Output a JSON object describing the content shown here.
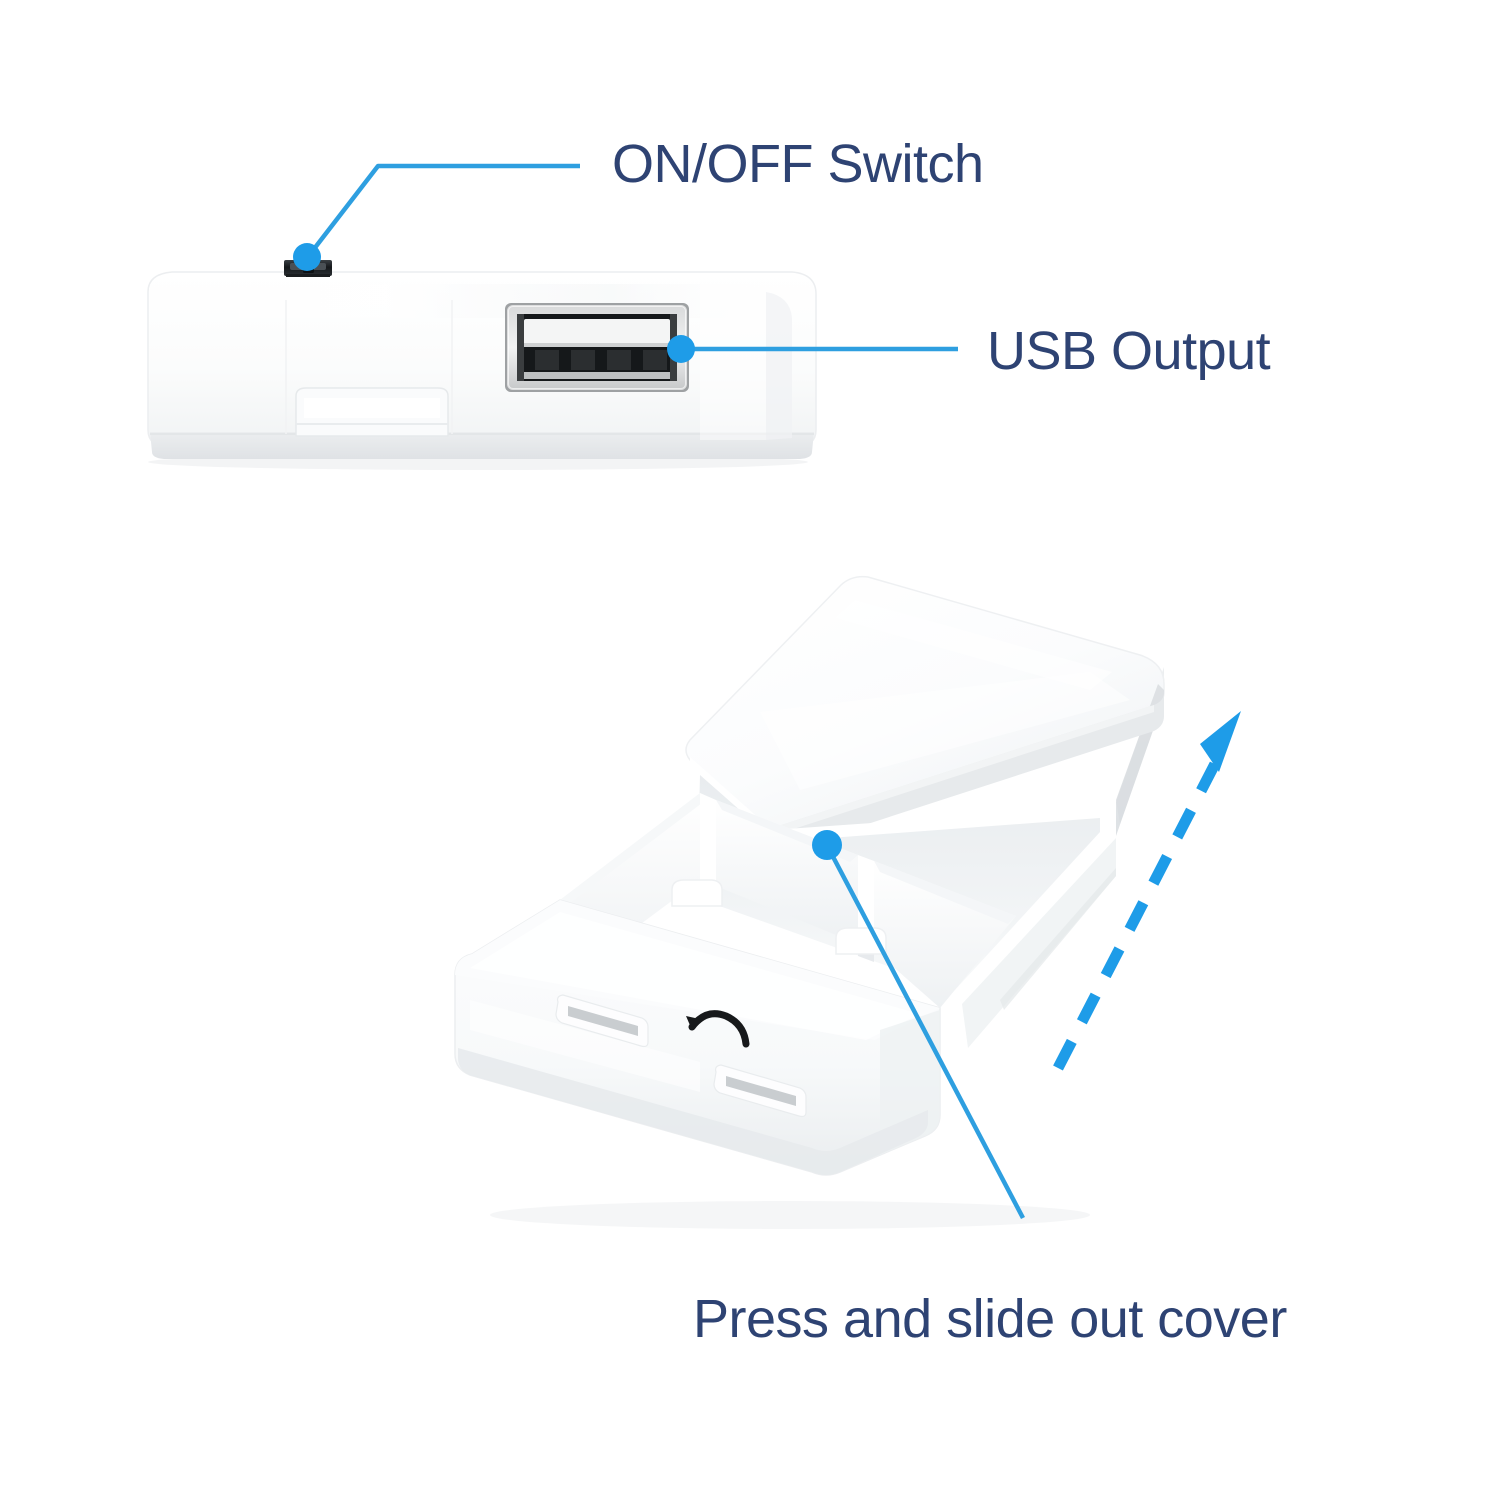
{
  "page": {
    "background_color": "#ffffff",
    "title_text_color": "#2e4373",
    "accent_blue": "#1e9ce8",
    "callout_line_color": "#2e9fe0"
  },
  "callouts": [
    {
      "id": "on-off-switch",
      "label": "ON/OFF Switch",
      "points_to": "power-switch",
      "dot_color": "#1e9ce8",
      "line_color": "#2e9fe0"
    },
    {
      "id": "usb-output",
      "label": "USB Output",
      "points_to": "usb-a-port",
      "dot_color": "#1e9ce8",
      "line_color": "#2e9fe0"
    },
    {
      "id": "press-slide-cover",
      "label": "Press and slide out cover",
      "points_to": "battery-cover",
      "dot_color": "#1e9ce8",
      "line_color": "#2e9fe0"
    }
  ],
  "figures": [
    {
      "id": "top-view-device",
      "name": "power bank edge view",
      "features": [
        "power-switch",
        "usb-a-port",
        "release-tab"
      ],
      "body_color": "#ffffff",
      "shade_color": "#e8eaec"
    },
    {
      "id": "battery-case-device",
      "name": "battery case with sliding cover",
      "features": [
        "battery-cover",
        "battery-compartments",
        "front-slots",
        "spring-contact"
      ],
      "compartment_count": 3,
      "body_color": "#fdfdfd",
      "shade_color": "#dfe2e5"
    }
  ],
  "arrow": {
    "id": "slide-direction-arrow",
    "style": "dashed",
    "color": "#1e9ce8",
    "direction": "up-right",
    "meaning": "slide cover off"
  }
}
